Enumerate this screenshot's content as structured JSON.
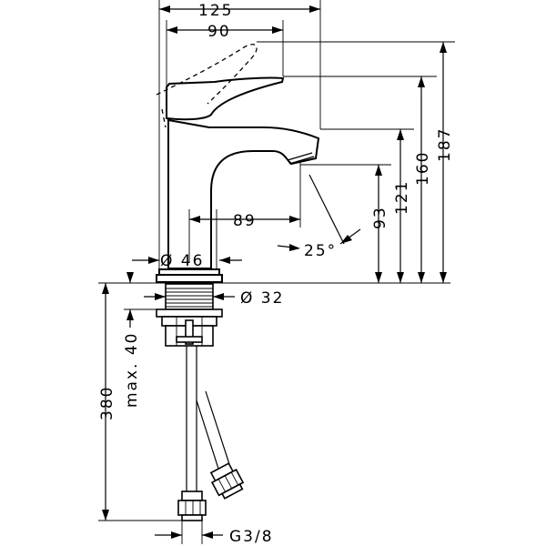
{
  "drawing": {
    "dimensions": {
      "width_overall": "125",
      "lever_width": "90",
      "spout_reach": "89",
      "base_diameter": "Ø 46",
      "hole_diameter": "Ø 32",
      "height_overall": "187",
      "height_lever": "160",
      "height_spout_top": "121",
      "height_outlet": "93",
      "angle": "25°",
      "max_thickness": "max. 40",
      "hose_length": "380",
      "connection": "G3/8"
    }
  }
}
